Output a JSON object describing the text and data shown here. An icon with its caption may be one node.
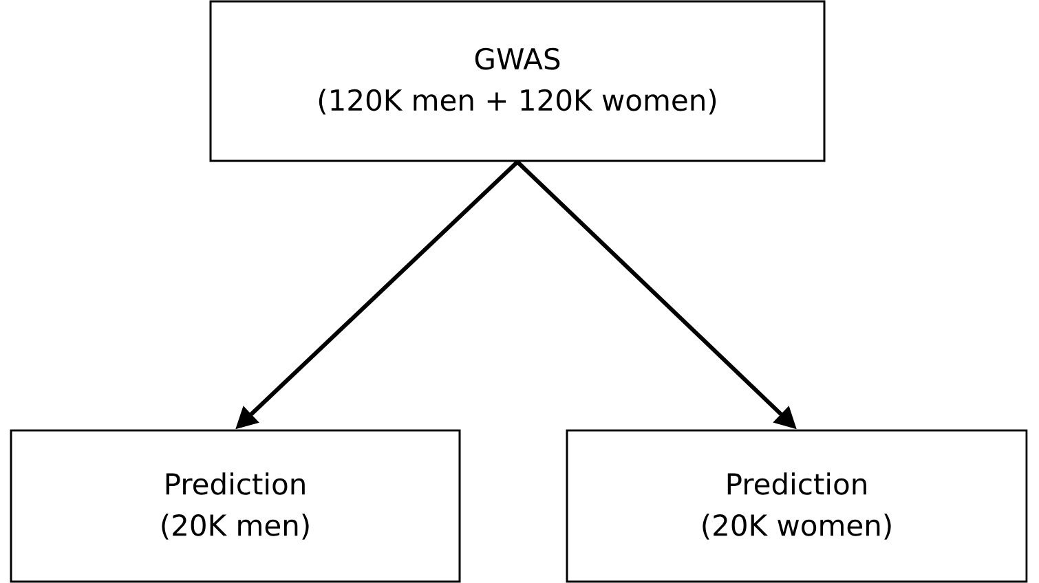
{
  "diagram": {
    "nodes": [
      {
        "text": [
          "GWAS",
          "(120K men + 120K women)"
        ]
      },
      {
        "text": [
          "Prediction",
          "(20K men)"
        ]
      },
      {
        "text": [
          "Prediction",
          "(20K women)"
        ]
      }
    ],
    "edges": [
      {
        "from": 0,
        "to": 1,
        "arrow": "to"
      },
      {
        "from": 0,
        "to": 2,
        "arrow": "to"
      }
    ]
  }
}
